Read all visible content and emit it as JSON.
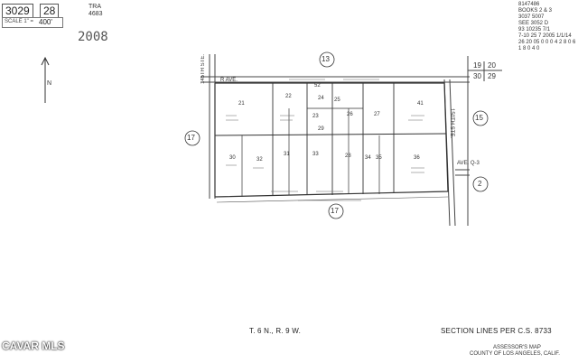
{
  "header": {
    "book": "3029",
    "page": "28",
    "tra_label": "TRA",
    "tra_code": "4683",
    "scale_label": "SCALE 1\" =",
    "scale_value": "400'",
    "handwritten_number": "2008"
  },
  "top_right_notes": [
    "8147486",
    "BOOKS 2 & 3",
    "3037 5007",
    "SEE 3052 D",
    "93 10235 7/1",
    "7-10 25 7 2005 1/1/14",
    "26 20 05 0 0 0 4 2 8 0 6 1 8 0 4 0"
  ],
  "map": {
    "street_top": "R AVE.",
    "street_left": "145TH STE.",
    "street_right": "150TH STE.",
    "ave_right": "AVE. Q-3",
    "sections": [
      "13",
      "17",
      "15",
      "2",
      "17"
    ],
    "section_corner": [
      "19",
      "20",
      "30",
      "29"
    ],
    "parcels": [
      "21",
      "22",
      "23",
      "24",
      "25",
      "26",
      "27",
      "28",
      "29",
      "30",
      "31",
      "32",
      "33",
      "34",
      "35",
      "36",
      "41",
      "52"
    ]
  },
  "footer": {
    "township": "T. 6 N., R. 9 W.",
    "section_lines": "SECTION LINES PER C.S. 8733",
    "assessor_line1": "ASSESSOR'S MAP",
    "assessor_line2": "COUNTY OF LOS ANGELES, CALIF.",
    "watermark": "CAVAR MLS"
  }
}
